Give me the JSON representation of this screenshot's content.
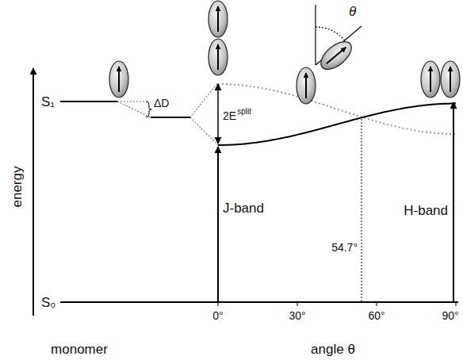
{
  "diagram": {
    "labels": [
      "S₁",
      "S₀",
      "energy",
      "ΔD",
      "2E",
      "split",
      "J-band",
      "H-band",
      "54.7°",
      "θ",
      "0°",
      "30°",
      "60°",
      "90°",
      "monomer",
      "angle θ"
    ]
  }
}
